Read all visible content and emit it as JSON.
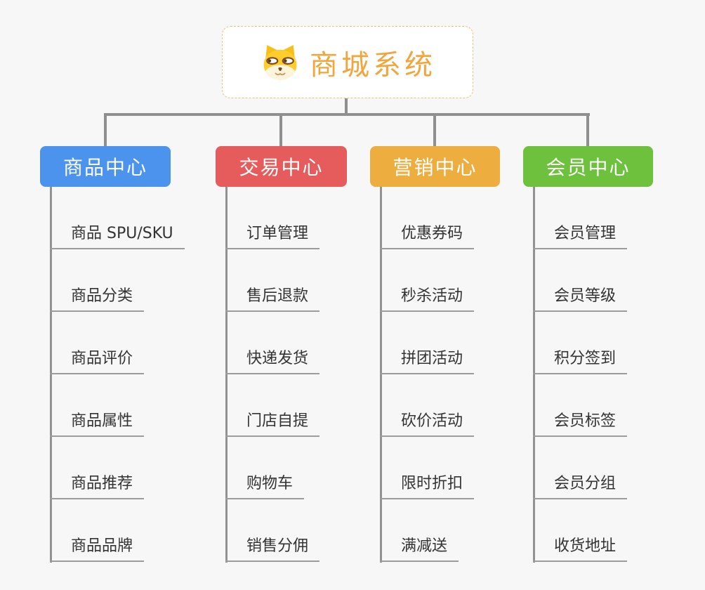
{
  "root": {
    "title": "商城系统",
    "icon": "shiba-dog-face-icon"
  },
  "branches": [
    {
      "label": "商品中心",
      "color": "#4b93ec",
      "items": [
        "商品 SPU/SKU",
        "商品分类",
        "商品评价",
        "商品属性",
        "商品推荐",
        "商品品牌"
      ]
    },
    {
      "label": "交易中心",
      "color": "#e65c5c",
      "items": [
        "订单管理",
        "售后退款",
        "快递发货",
        "门店自提",
        "购物车",
        "销售分佣"
      ]
    },
    {
      "label": "营销中心",
      "color": "#eead3f",
      "items": [
        "优惠券码",
        "秒杀活动",
        "拼团活动",
        "砍价活动",
        "限时折扣",
        "满减送"
      ]
    },
    {
      "label": "会员中心",
      "color": "#6ec13c",
      "items": [
        "会员管理",
        "会员等级",
        "积分签到",
        "会员标签",
        "会员分组",
        "收货地址"
      ]
    }
  ],
  "colors": {
    "background": "#f7f7f7",
    "root_text": "#f2a53c",
    "root_border": "#eec27a",
    "connector": "#8f8f8f",
    "item_underline": "#9c9c9c",
    "item_text": "#333333"
  }
}
